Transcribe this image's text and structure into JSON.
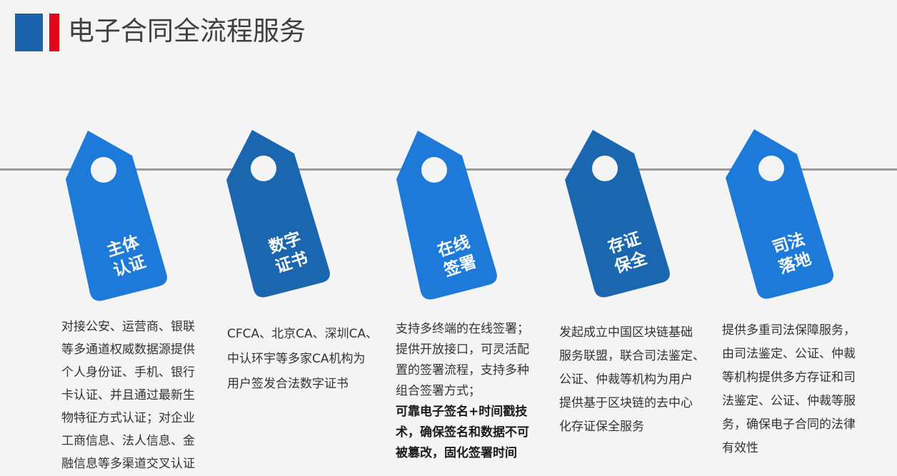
{
  "header": {
    "title": "电子合同全流程服务",
    "logo_colors": {
      "blue": "#1a62ab",
      "red": "#e1061a"
    }
  },
  "colors": {
    "tag_light": "#1e7ad8",
    "tag_dark": "#1a67b0",
    "rope": "#999999",
    "background": "#f4f4f4"
  },
  "tags": [
    {
      "line1": "主体",
      "line2": "认证",
      "color": "#1e7ad8"
    },
    {
      "line1": "数字",
      "line2": "证书",
      "color": "#1a67b0"
    },
    {
      "line1": "在线",
      "line2": "签署",
      "color": "#1e7ad8"
    },
    {
      "line1": "存证",
      "line2": "保全",
      "color": "#1a67b0"
    },
    {
      "line1": "司法",
      "line2": "落地",
      "color": "#1e7ad8"
    }
  ],
  "descriptions": [
    {
      "lines": [
        "对接公安、运营商、银联",
        "等多通道权威数据源提供",
        "个人身份证、手机、银行",
        "卡认证、并且通过最新生",
        "物特征方式认证；对企业",
        "工商信息、法人信息、金",
        "融信息等多渠道交叉认证"
      ]
    },
    {
      "lines": [
        "CFCA、北京CA、深圳CA、",
        "中认环宇等多家CA机构为",
        "用户签发合法数字证书"
      ]
    },
    {
      "lines": [
        "支持多终端的在线签署；",
        "提供开放接口，可灵活配",
        "置的签署流程，支持多种",
        "组合签署方式；"
      ],
      "bold_lines": [
        "可靠电子签名+时间戳技",
        "术，确保签名和数据不可",
        "被篡改，固化签署时间"
      ]
    },
    {
      "lines": [
        "发起成立中国区块链基础",
        "服务联盟，联合司法鉴定、",
        "公证、仲裁等机构为用户",
        "提供基于区块链的去中心",
        "化存证保全服务"
      ]
    },
    {
      "lines": [
        "提供多重司法保障服务，",
        "由司法鉴定、公证、仲裁",
        "等机构提供多方存证和司",
        "法鉴定、公证、仲裁等服",
        "务，确保电子合同的法律",
        "有效性"
      ]
    }
  ]
}
